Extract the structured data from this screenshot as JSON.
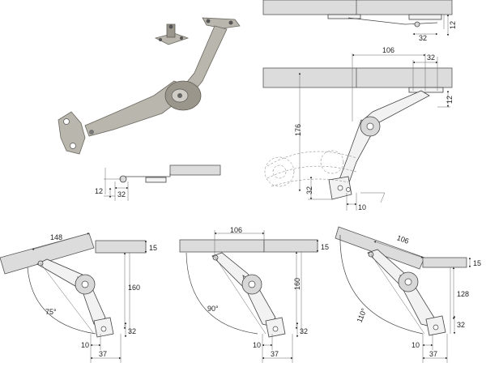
{
  "colors": {
    "panel": "#dcdcdc",
    "metal": "#b9b6ae",
    "line": "#444444"
  },
  "views": {
    "detail_small": {
      "d12": "12",
      "d32": "32"
    },
    "top_right": {
      "d12": "12",
      "d32": "32"
    },
    "main_side": {
      "d106": "106",
      "d32": "32",
      "d12": "12",
      "d176": "176",
      "d32b": "32",
      "d10": "10"
    },
    "view_75": {
      "d148": "148",
      "d15": "15",
      "d160": "160",
      "angle": "75°",
      "d32": "32",
      "d10": "10",
      "d37": "37"
    },
    "view_90": {
      "d106": "106",
      "d15": "15",
      "d160": "160",
      "angle": "90°",
      "d32": "32",
      "d10": "10",
      "d37": "37"
    },
    "view_110": {
      "d106": "106",
      "d15": "15",
      "d128": "128",
      "angle": "110°",
      "d32": "32",
      "d10": "10",
      "d37": "37"
    }
  }
}
